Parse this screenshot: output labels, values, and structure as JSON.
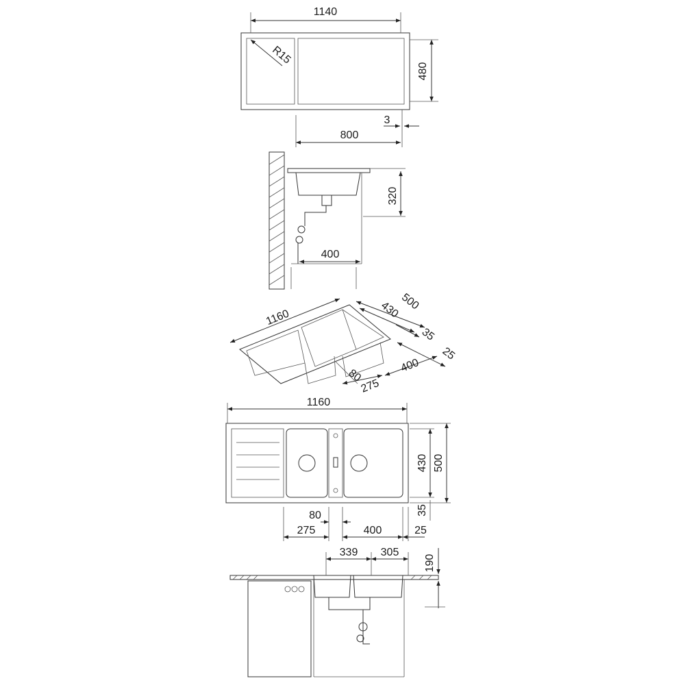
{
  "top_view": {
    "width": "1140",
    "height": "480",
    "radius": "R15",
    "gap": "3",
    "bowl_width": "800"
  },
  "side_view": {
    "depth": "320",
    "cabinet": "400"
  },
  "iso_view": {
    "length": "1160",
    "width_outer": "500",
    "width_inner": "430",
    "rim": "35",
    "edge": "25",
    "divider": "80",
    "bowl_small": "275",
    "bowl_large": "400"
  },
  "plan_view": {
    "length": "1160",
    "width_inner": "430",
    "width_outer": "500",
    "rim": "35",
    "divider": "80",
    "bowl_small": "275",
    "bowl_large": "400",
    "edge": "25"
  },
  "section_view": {
    "left_bowl": "339",
    "right_bowl": "305",
    "depth": "190"
  }
}
